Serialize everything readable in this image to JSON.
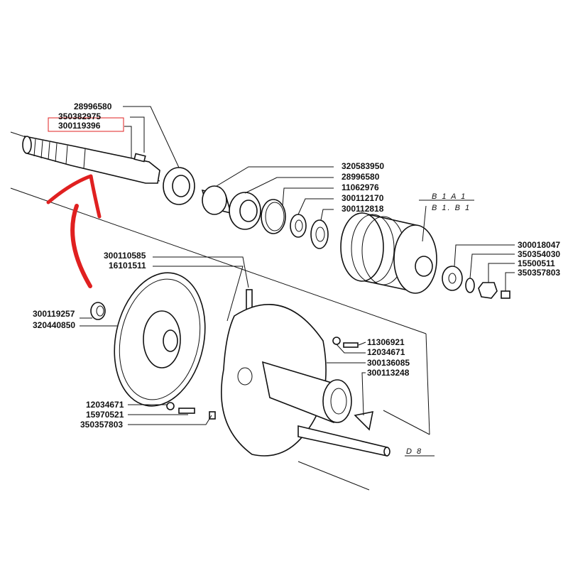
{
  "diagram": {
    "highlight_color": "#e02020",
    "highlighted_part": "300119396",
    "labels_top": [
      "28996580",
      "350382975",
      "300119396"
    ],
    "labels_bearing": [
      "320583950",
      "28996580",
      "11062976",
      "300112170",
      "300112818"
    ],
    "group_ref": {
      "top": "B 1  A 1",
      "bottom": "B 1. B 1"
    },
    "labels_drum": [
      "300018047",
      "350354030",
      "15500511",
      "350357803"
    ],
    "labels_bolt": [
      "300110585",
      "16101511"
    ],
    "labels_flywheel": [
      "300119257",
      "320440850"
    ],
    "labels_housing": [
      "11306921",
      "12034671",
      "300136085",
      "300113248"
    ],
    "labels_bottom": [
      "12034671",
      "15970521",
      "350357803"
    ],
    "ref_d8": "D 8"
  }
}
